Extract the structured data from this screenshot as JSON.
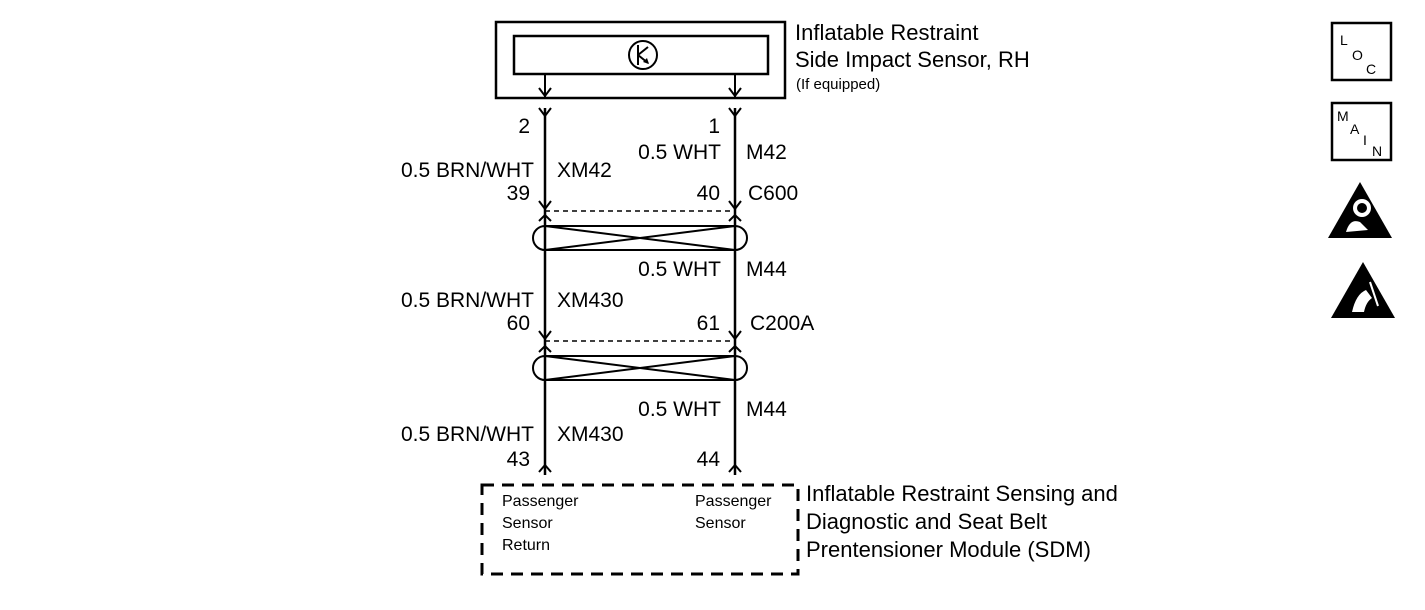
{
  "sensor": {
    "title_line1": "Inflatable Restraint",
    "title_line2": "Side Impact Sensor, RH",
    "note": "(If equipped)"
  },
  "module": {
    "title_line1": "Inflatable Restraint Sensing and",
    "title_line2": "Diagnostic and Seat Belt",
    "title_line3": "Prentensioner Module (SDM)",
    "left_terminal": [
      "Passenger",
      "Sensor",
      "Return"
    ],
    "right_terminal": [
      "Passenger",
      "Sensor"
    ]
  },
  "wires": {
    "left": {
      "sensor_pin": "2",
      "seg1": {
        "wire": "0.5 BRN/WHT",
        "circuit": "XM42"
      },
      "c600_pin": "39",
      "seg2": {
        "wire": "0.5 BRN/WHT",
        "circuit": "XM430"
      },
      "c200a_pin": "60",
      "seg3": {
        "wire": "0.5 BRN/WHT",
        "circuit": "XM430"
      },
      "sdm_pin": "43"
    },
    "right": {
      "sensor_pin": "1",
      "seg1": {
        "wire": "0.5 WHT",
        "circuit": "M42"
      },
      "c600_pin": "40",
      "seg2": {
        "wire": "0.5 WHT",
        "circuit": "M44"
      },
      "c200a_pin": "61",
      "seg3": {
        "wire": "0.5 WHT",
        "circuit": "M44"
      },
      "sdm_pin": "44"
    }
  },
  "connectors": {
    "c1": "C600",
    "c2": "C200A"
  },
  "side_icons": {
    "loc": [
      "L",
      "O",
      "C"
    ],
    "main": [
      "M",
      "A",
      "I",
      "N"
    ],
    "airbag_warning": "airbag-warning-icon",
    "esd_warning": "esd-warning-icon"
  }
}
